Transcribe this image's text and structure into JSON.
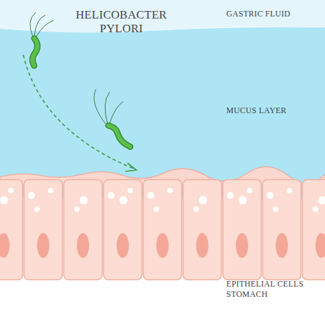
{
  "diagram": {
    "title": "HELICOBACTER PYLORI",
    "labels": [
      "GASTRIC FLUID",
      "MUCUS LAYER",
      "EPITHELIAL CELLS STOMACH"
    ]
  }
}
